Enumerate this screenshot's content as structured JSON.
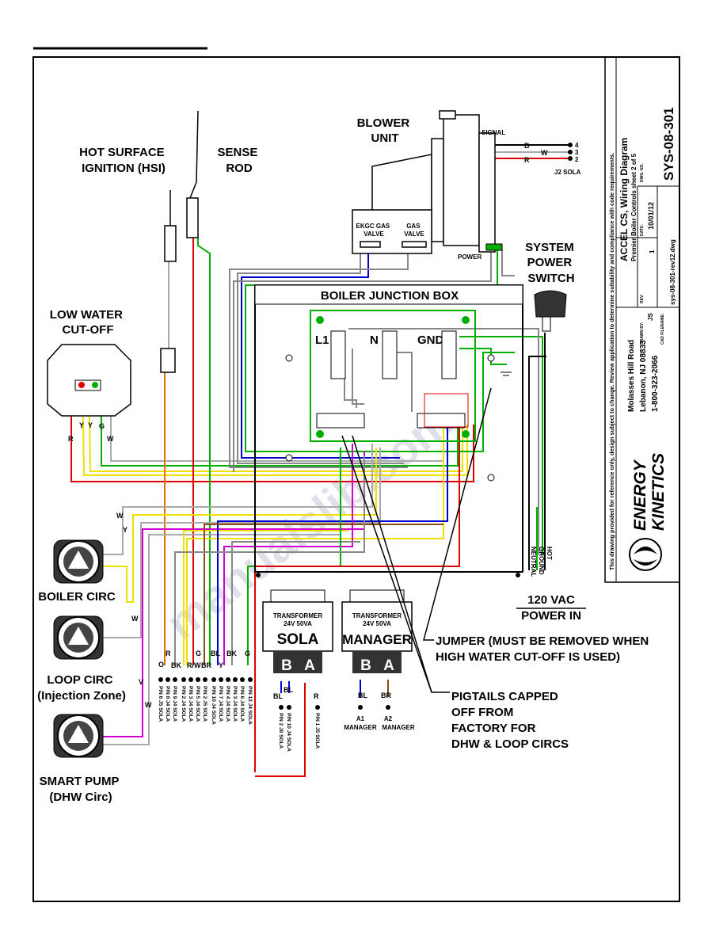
{
  "components": {
    "hsi": [
      "HOT SURFACE",
      "IGNITION (HSI)"
    ],
    "sense_rod": [
      "SENSE",
      "ROD"
    ],
    "blower": [
      "BLOWER",
      "UNIT"
    ],
    "blower_signal": "SIGNAL",
    "blower_power": "POWER",
    "blower_pins": [
      "4",
      "3",
      "2"
    ],
    "j2_sola": "J2 SOLA",
    "ekgc_valve": [
      "EKGC GAS",
      "VALVE"
    ],
    "gas_valve": [
      "GAS",
      "VALVE"
    ],
    "system_switch": [
      "SYSTEM",
      "POWER",
      "SWITCH"
    ],
    "low_water": [
      "LOW WATER",
      "CUT-OFF"
    ],
    "junction_box": "BOILER JUNCTION BOX",
    "terminals": [
      "L1",
      "N",
      "GND"
    ],
    "boiler_circ": "BOILER CIRC",
    "loop_circ": [
      "LOOP CIRC",
      "(Injection Zone)"
    ],
    "smart_pump": [
      "SMART PUMP",
      "(DHW Circ)"
    ],
    "power_in": [
      "120 VAC",
      "POWER IN"
    ],
    "power_leads": [
      "NEUTRAL",
      "GROUND",
      "HOT"
    ],
    "jumper": [
      "JUMPER (MUST BE REMOVED WHEN",
      "HIGH WATER CUT-OFF IS USED)"
    ],
    "pigtails": [
      "PIGTAILS CAPPED",
      "OFF FROM",
      "FACTORY FOR",
      "DHW & LOOP CIRCS"
    ]
  },
  "transformers": [
    {
      "title": "TRANSFORMER",
      "rating": "24V 50VA",
      "name": "SOLA",
      "terminals": [
        "B",
        "A"
      ]
    },
    {
      "title": "TRANSFORMER",
      "rating": "24V 50VA",
      "name": "MANAGER",
      "terminals": [
        "B",
        "A"
      ]
    }
  ],
  "sola_pins": [
    "PIN 6 J5 SOLA",
    "PIN 8 J4 SOLA",
    "PIN 9 J4 SOLA",
    "PIN 2 J4 SOLA",
    "PIN 3 J4 SOLA",
    "PIN 5 J4 SOLA",
    "PIN 2 J5 SOLA",
    "PIN 10 J4 SOLA",
    "PIN 7 J4 SOLA",
    "PIN 4 J4 SOLA",
    "PIN 3 J4 SOLA",
    "PIN 6 J4 SOLA",
    "PIN 12 J4 SOLA"
  ],
  "transformer_pins": [
    "PIN 2 J8 SOLA",
    "PIN 10 J4 SOLA",
    "PIN 1 J5 SOLA"
  ],
  "manager_pins": [
    {
      "code": "A1",
      "label": "MANAGER"
    },
    {
      "code": "A2",
      "label": "MANAGER"
    }
  ],
  "wire_codes": {
    "lwco": [
      "R",
      "Y",
      "Y",
      "G",
      "W"
    ],
    "sola_top": [
      "O",
      "R",
      "BK",
      "R/W",
      "G",
      "BR",
      "BL",
      "Y",
      "BK",
      "G"
    ],
    "transformer": [
      "BL",
      "BL",
      "R"
    ],
    "manager": [
      "BL",
      "BR"
    ],
    "blower": [
      "B",
      "W",
      "R"
    ],
    "circ": [
      "W",
      "Y",
      "W",
      "V",
      "W"
    ]
  },
  "title_block": {
    "disclaimer": "This drawing provided for reference only, design subject to change. Review application to determine suitability and compliance with code requirements.",
    "company": [
      "ENERGY",
      "KINETICS"
    ],
    "address": [
      "Molasses Hill Road",
      "Lebanon, NJ 08833",
      "1-800-323-2066"
    ],
    "title": "ACCEL CS, Wiring Diagram",
    "subtitle": "Premier Boiler Controls   sheet 2 of 5",
    "drawn_by_label": "DRAWN BY:",
    "drawn_by": "JS",
    "rev_label": "REV:",
    "rev": "1",
    "date_label": "DATE:",
    "date": "10/01/12",
    "dwg_label": "DWG. NO.",
    "dwg_no": "SYS-08-301",
    "cad_label": "CAD FILENAME:",
    "cad_file": "sys-08-301-rev12.dwg"
  },
  "watermark": "manualslib.com",
  "colors": {
    "red": "#e00000",
    "yellow": "#f0e000",
    "green": "#00b000",
    "blue": "#0000d0",
    "brown": "#8b4a10",
    "violet": "#d000d0",
    "orange": "#e07000",
    "gray": "#888888",
    "white_wire": "#aaaaaa"
  }
}
